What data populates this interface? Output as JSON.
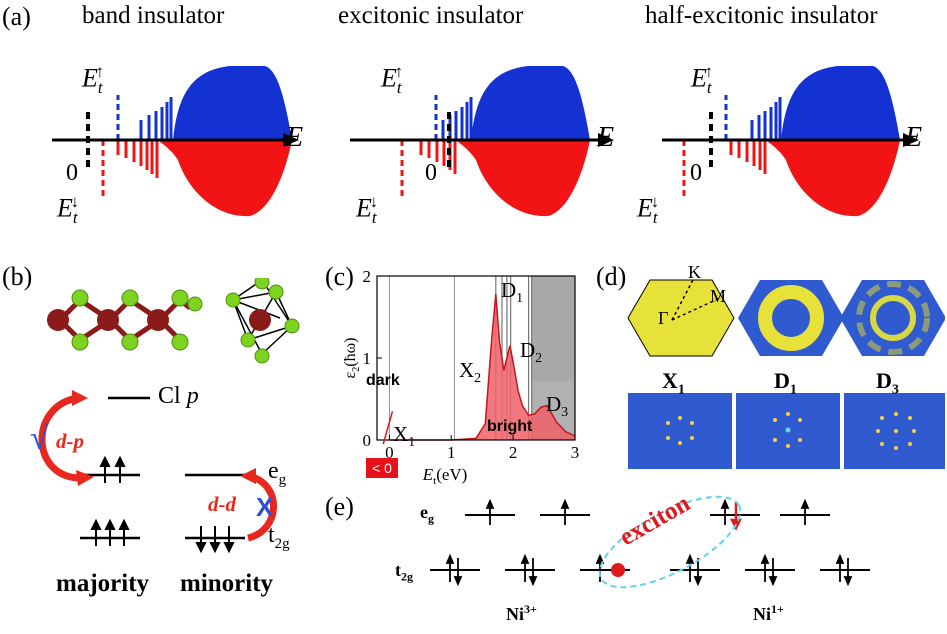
{
  "panel_a": {
    "label": "(a)",
    "titles": [
      "band insulator",
      "excitonic insulator",
      "half-excitonic insulator"
    ],
    "axis_label": "E",
    "zero_label": "0",
    "et_label": "E",
    "et_sub": "t",
    "up_arrow": "↑",
    "down_arrow": "↓"
  },
  "panel_b": {
    "label": "(b)",
    "cl_label": "Cl",
    "cl_p": "p",
    "dp_label": "d-p",
    "dd_label": "d-d",
    "eg_label": "e",
    "eg_sub": "g",
    "t2g_label": "t",
    "t2g_sub": "2g",
    "check_mark": "√",
    "cross_mark": "X",
    "majority": "majority",
    "minority": "minority",
    "colors": {
      "ni_atom": "#8b1a1a",
      "cl_atom": "#7ed321",
      "arrow": "#e8281e",
      "check": "#2e4fd6"
    }
  },
  "panel_c": {
    "label": "(c)",
    "tag_dark": "dark",
    "tag_bright": "bright",
    "negative_box": "< 0",
    "peak_labels": {
      "X1": [
        "X",
        "1"
      ],
      "X2": [
        "X",
        "2"
      ],
      "D1": [
        "D",
        "1"
      ],
      "D2": [
        "D",
        "2"
      ],
      "D3": [
        "D",
        "3"
      ]
    }
  },
  "chart_data": {
    "type": "area",
    "xlabel_main": "E",
    "xlabel_sub": "t",
    "xlabel_unit": "(eV)",
    "ylabel_main": "ε",
    "ylabel_sub": "2",
    "ylabel_arg": "(ħω)",
    "xlim": [
      -0.2,
      3
    ],
    "ylim": [
      0,
      2
    ],
    "xticks": [
      "0",
      "1",
      "2",
      "3"
    ],
    "yticks": [
      "0",
      "1",
      "2"
    ],
    "x": [
      0,
      0.5,
      1.0,
      1.4,
      1.55,
      1.65,
      1.72,
      1.78,
      1.85,
      1.95,
      2.0,
      2.08,
      2.15,
      2.25,
      2.35,
      2.45,
      2.55,
      2.7,
      2.85,
      3.0
    ],
    "y": [
      0,
      0,
      0,
      0.02,
      0.2,
      1.2,
      1.78,
      1.2,
      0.85,
      1.15,
      0.95,
      0.6,
      0.42,
      0.3,
      0.32,
      0.4,
      0.42,
      0.22,
      0.1,
      0.05
    ],
    "colors": {
      "fill": "#f0606a",
      "line": "#c8141e",
      "gray": "#8c8c8c"
    }
  },
  "panel_d": {
    "label": "(d)",
    "k_label": "K",
    "m_label": "M",
    "gamma_label": "Γ",
    "maps": [
      [
        "X",
        "1"
      ],
      [
        "D",
        "1"
      ],
      [
        "D",
        "3"
      ]
    ],
    "colors": {
      "yellow": "#e7e239",
      "blue": "#2f5ad0"
    }
  },
  "panel_e": {
    "label": "(e)",
    "eg_label": "e",
    "eg_sub": "g",
    "t2g_label": "t",
    "t2g_sub": "2g",
    "exciton": "exciton",
    "ni3": "Ni",
    "ni3_sup": "3+",
    "ni1": "Ni",
    "ni1_sup": "1+",
    "colors": {
      "exciton_text": "#e0191e",
      "ellipse": "#5fd3e8"
    }
  }
}
